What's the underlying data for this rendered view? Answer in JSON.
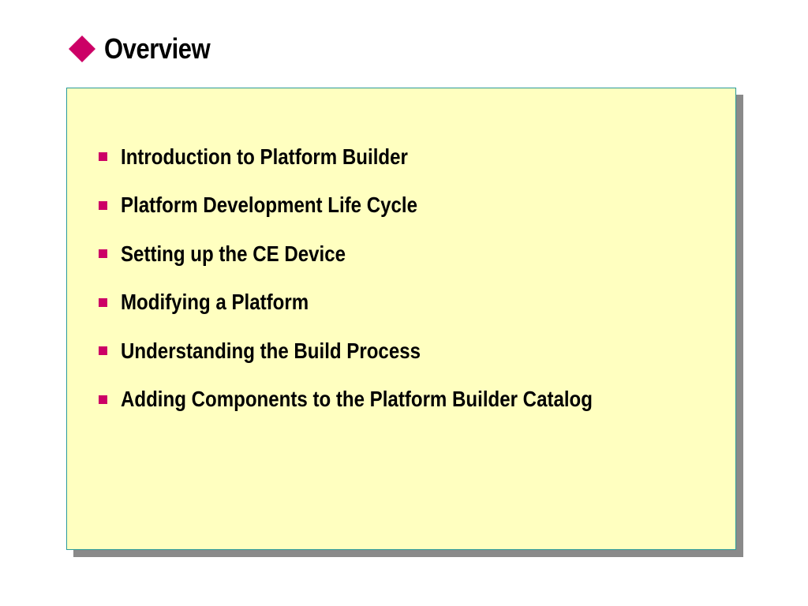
{
  "slide": {
    "title": "Overview",
    "title_icon": "diamond-icon",
    "accent_color": "#cc0066",
    "panel_background": "#ffffc0",
    "panel_border": "#2a9a9a",
    "bullets": [
      "Introduction to Platform Builder",
      "Platform Development Life Cycle",
      "Setting up the CE Device",
      "Modifying a Platform",
      "Understanding the Build Process",
      "Adding Components to the Platform Builder Catalog"
    ]
  }
}
